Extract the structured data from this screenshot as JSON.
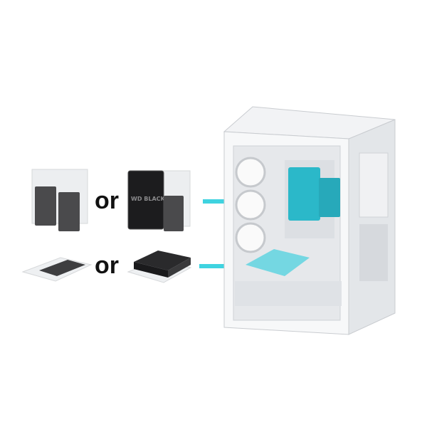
{
  "labels": {
    "or_top": "or",
    "or_bottom": "or"
  },
  "drive_brand": "WD BLACK",
  "colors": {
    "arrow": "#3fd3e0",
    "drive_blue": "#2bb8c9",
    "ssd": "#4a4a4c",
    "case": "#eef0f2"
  }
}
